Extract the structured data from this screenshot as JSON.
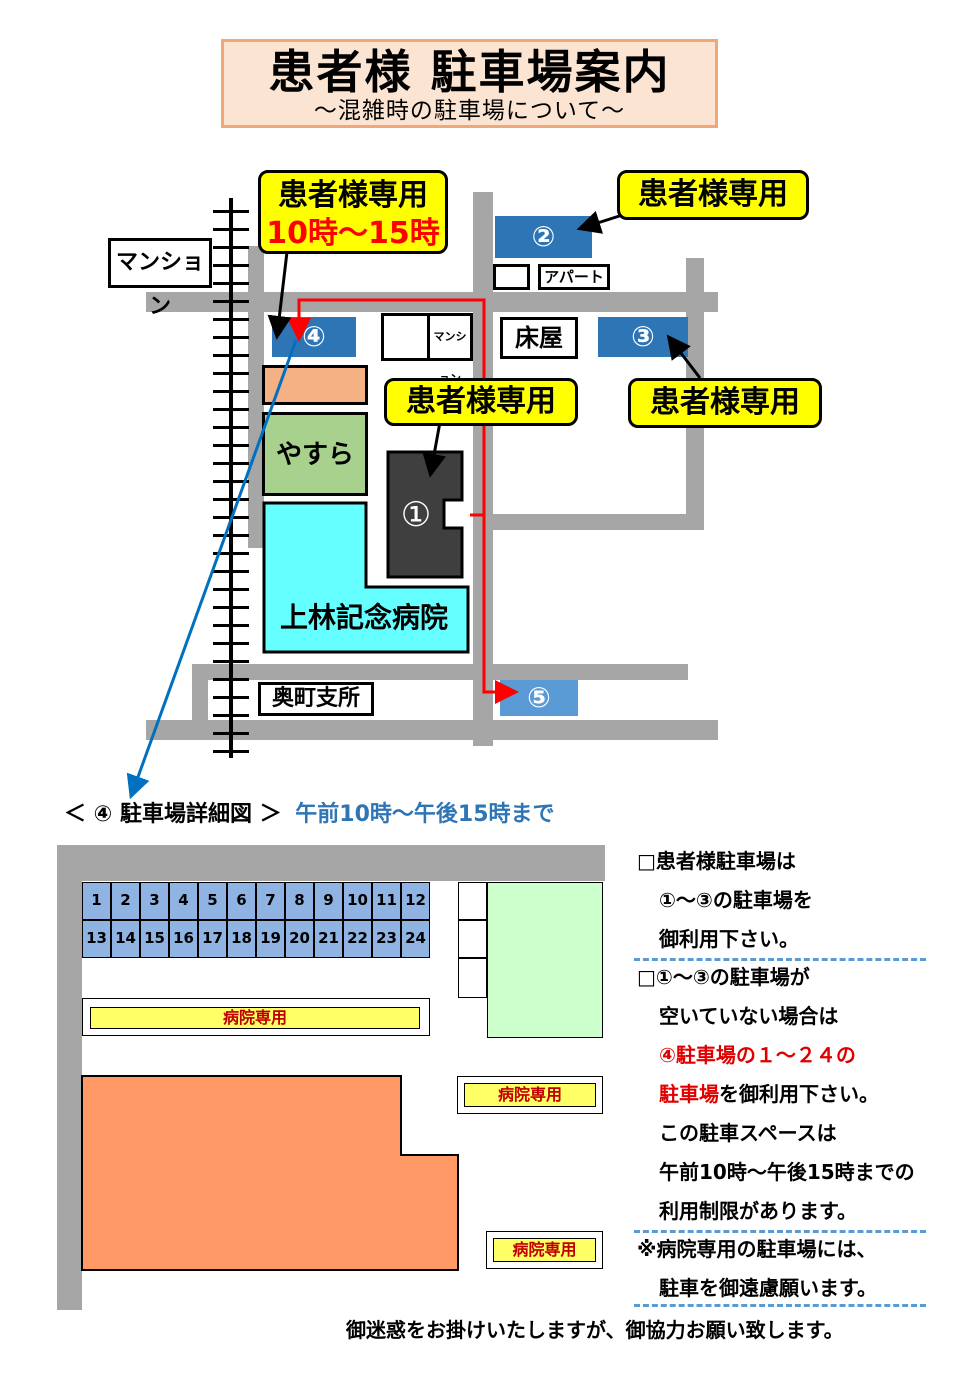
{
  "title": {
    "main": "患者様 駐車場案内",
    "sub": "～混雑時の駐車場について～"
  },
  "map": {
    "labels": {
      "mansion_left": "マンション",
      "mansion_small": "マンション",
      "apart": "アパート",
      "barber": "床屋",
      "yasuragi": "やすらぎ",
      "hospital": "上林記念病院",
      "branch": "奥町支所"
    },
    "lots": {
      "lot1": "①",
      "lot2": "②",
      "lot3": "③",
      "lot4": "④",
      "lot5": "⑤"
    },
    "callouts": {
      "top_left_line1": "患者様専用",
      "top_left_line2": "10時～15時",
      "top_right": "患者様専用",
      "middle": "患者様専用",
      "right": "患者様専用"
    }
  },
  "detail": {
    "heading": "＜ ④ 駐車場詳細図 ＞",
    "hours": "午前10時～午後15時まで",
    "spaces_row1": [
      "1",
      "2",
      "3",
      "4",
      "5",
      "6",
      "7",
      "8",
      "9",
      "10",
      "11",
      "12"
    ],
    "spaces_row2": [
      "13",
      "14",
      "15",
      "16",
      "17",
      "18",
      "19",
      "20",
      "21",
      "22",
      "23",
      "24"
    ],
    "hospital_only_1": "病院専用",
    "hospital_only_2": "病院専用",
    "hospital_only_3": "病院専用"
  },
  "notes": {
    "n1": "□患者様駐車場は",
    "n2": "①～③の駐車場を",
    "n3": "御利用下さい。",
    "n4": "□①～③の駐車場が",
    "n5": "空いていない場合は",
    "n6": "④駐車場の１～２４の",
    "n7a": "駐車場",
    "n7b": "を御利用下さい。",
    "n8": "この駐車スペースは",
    "n9": "午前10時～午後15時までの",
    "n10": "利用制限があります。",
    "n11": "※病院専用の駐車場には、",
    "n12": "駐車を御遠慮願います。"
  },
  "footer": "御迷惑をお掛けいたしますが、御協力お願い致します。",
  "colors": {
    "lot_dark": "#2e75b6",
    "lot_light": "#5b9bd5",
    "callout_yellow": "#ffff00",
    "hospital_cyan": "#66ffff",
    "yasuragi_green": "#a9d18e",
    "orange_building": "#f4b183",
    "detail_orange": "#ff9966",
    "detail_green": "#ccffcc",
    "route_red": "#ff0000",
    "arrow_blue": "#0070c0",
    "highlight_red": "#e00000"
  }
}
